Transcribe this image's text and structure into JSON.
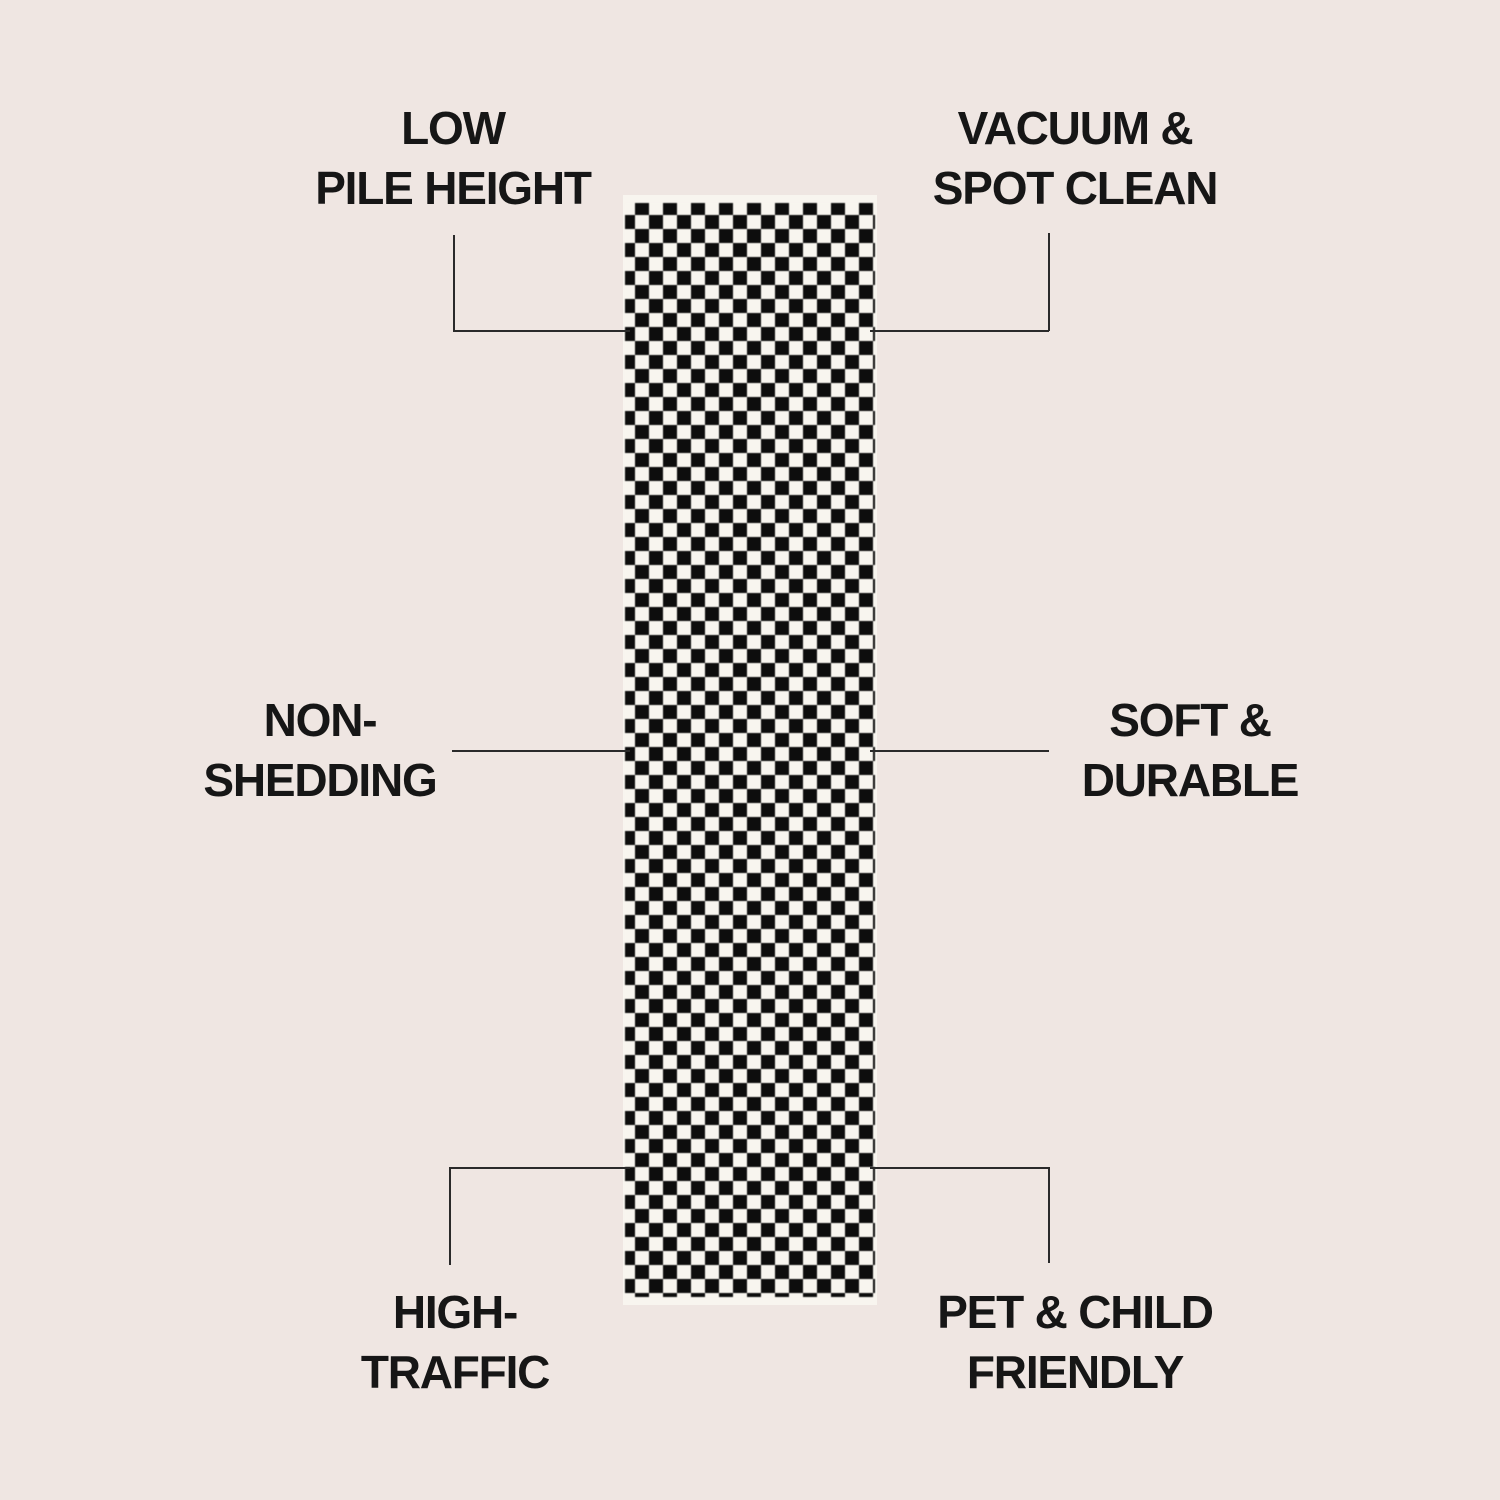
{
  "features": [
    {
      "id": "low-pile-height",
      "lines": [
        "LOW",
        "PILE HEIGHT"
      ]
    },
    {
      "id": "vacuum-spot-clean",
      "lines": [
        "VACUUM &",
        "SPOT CLEAN"
      ]
    },
    {
      "id": "non-shedding",
      "lines": [
        "NON-",
        "SHEDDING"
      ]
    },
    {
      "id": "soft-durable",
      "lines": [
        "SOFT &",
        "DURABLE"
      ]
    },
    {
      "id": "high-traffic",
      "lines": [
        "HIGH-",
        "TRAFFIC"
      ]
    },
    {
      "id": "pet-child-friendly",
      "lines": [
        "PET & CHILD",
        "FRIENDLY"
      ]
    }
  ],
  "colors": {
    "background": "#efe6e2",
    "text": "#161616",
    "rug_dark": "#0d0d0d",
    "rug_light": "#f8f5ef"
  }
}
